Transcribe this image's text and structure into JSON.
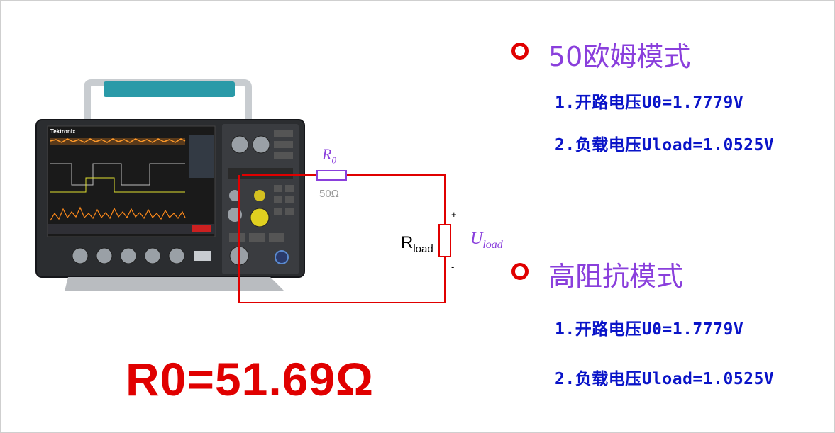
{
  "sections": [
    {
      "title": "50欧姆模式",
      "items": [
        "1.开路电压U0=1.7779V",
        "2.负载电压Uload=1.0525V"
      ]
    },
    {
      "title": "高阻抗模式",
      "items": [
        "1.开路电压U0=1.7779V",
        "2.负载电压Uload=1.0525V"
      ]
    }
  ],
  "result": "R0=51.69Ω",
  "circuit": {
    "r0_label": "R",
    "r0_sub": "0",
    "r0_value": "50Ω",
    "rload_label": "R",
    "rload_sub": "load",
    "uload_label": "U",
    "uload_sub": "load",
    "plus": "+",
    "minus": "-",
    "wire_color": "#e00000",
    "resistor_r0_color": "#8a3fdc",
    "resistor_rload_color": "#e00000"
  },
  "scope": {
    "brand": "Tektronix",
    "screen_color": "#1a1a1a",
    "handle_color": "#2a9aa8"
  },
  "colors": {
    "marker": "#e00000",
    "section_title": "#8a3fdc",
    "item_text": "#0a14c8",
    "result_text": "#e00000"
  }
}
